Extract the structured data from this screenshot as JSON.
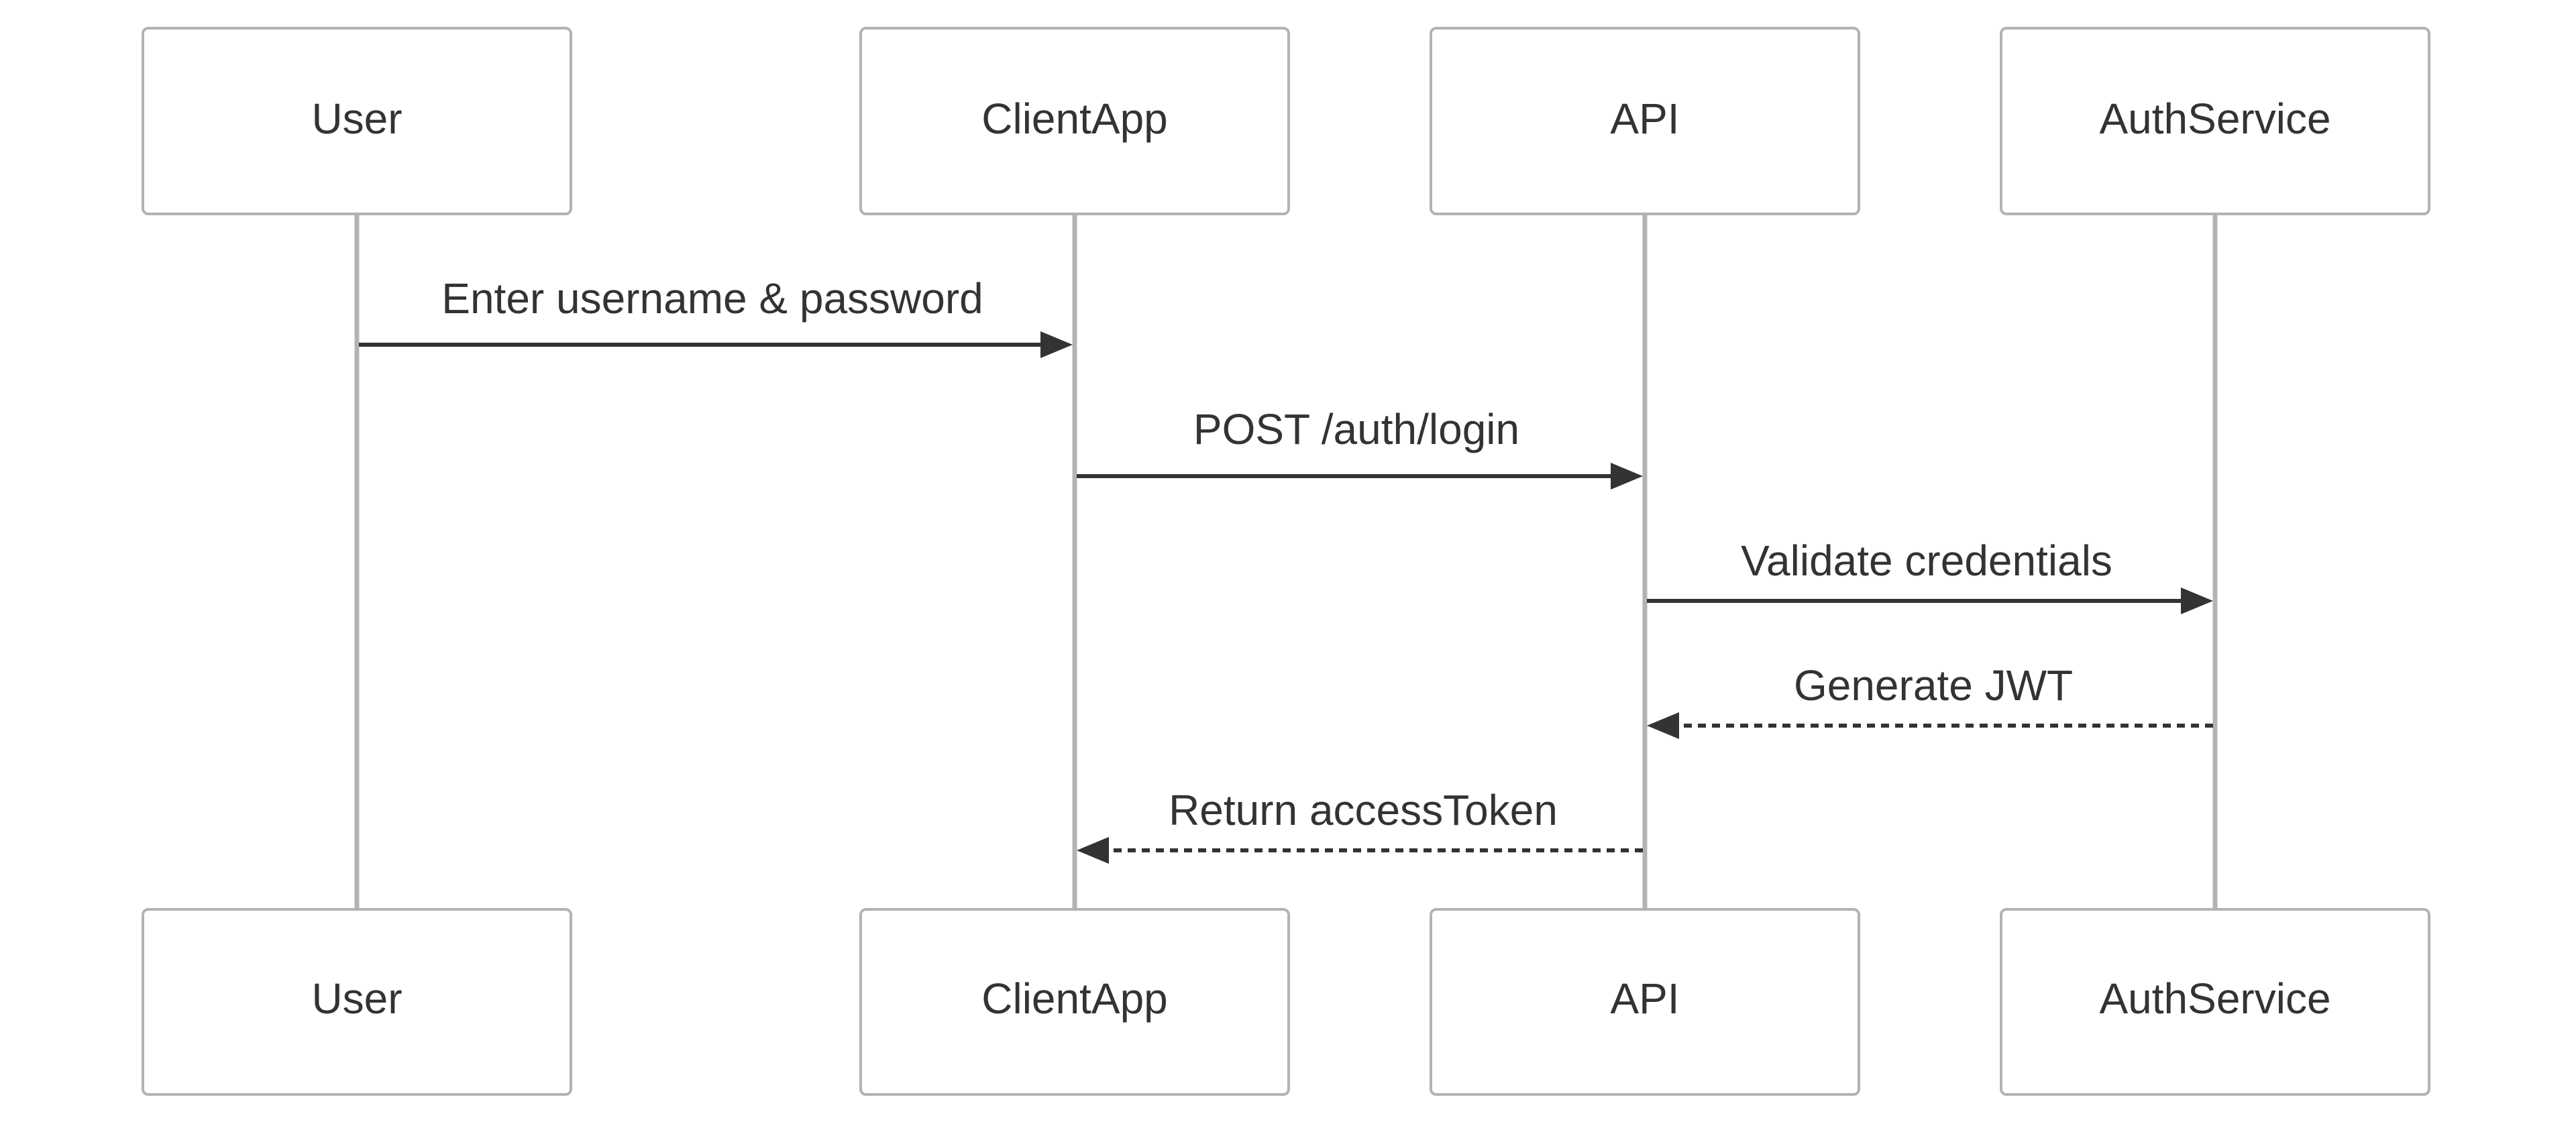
{
  "participants": [
    {
      "id": "user",
      "label": "User"
    },
    {
      "id": "client",
      "label": "ClientApp"
    },
    {
      "id": "api",
      "label": "API"
    },
    {
      "id": "auth",
      "label": "AuthService"
    }
  ],
  "messages": [
    {
      "from": "user",
      "to": "client",
      "label": "Enter username & password",
      "style": "solid"
    },
    {
      "from": "client",
      "to": "api",
      "label": "POST /auth/login",
      "style": "solid"
    },
    {
      "from": "api",
      "to": "auth",
      "label": "Validate credentials",
      "style": "solid"
    },
    {
      "from": "auth",
      "to": "api",
      "label": "Generate JWT",
      "style": "dashed"
    },
    {
      "from": "api",
      "to": "client",
      "label": "Return accessToken",
      "style": "dashed"
    }
  ],
  "colors": {
    "box_border": "#b3b3b3",
    "lifeline": "#b3b3b3",
    "text": "#333333",
    "arrow": "#333333",
    "background": "#ffffff"
  }
}
